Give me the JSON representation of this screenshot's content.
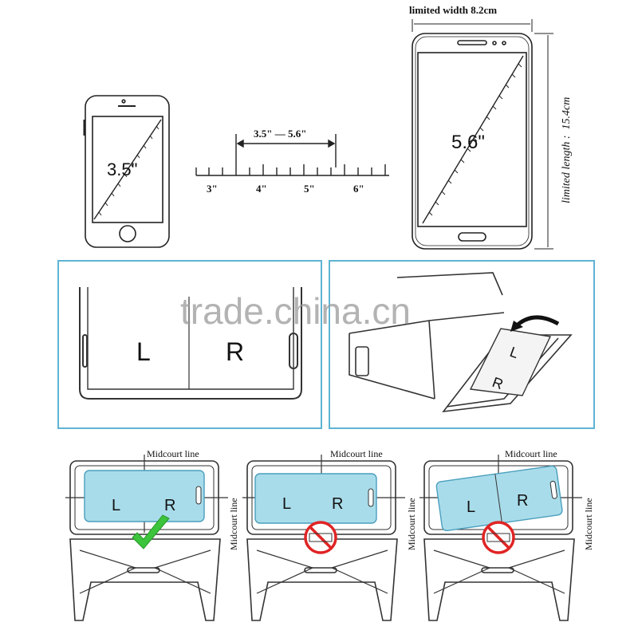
{
  "top": {
    "small_phone": {
      "size_label": "3.5\""
    },
    "big_phone": {
      "size_label": "5.6\"",
      "width_label": "limited width 8.2cm",
      "length_label": "limited length :  15.4cm"
    },
    "ruler": {
      "range_label": "3.5\" — 5.6\"",
      "ticks": [
        "3\"",
        "4\"",
        "5\"",
        "6\""
      ]
    }
  },
  "middle": {
    "left_panel": {
      "left_eye": "L",
      "right_eye": "R"
    },
    "right_panel": {
      "left_eye": "L",
      "right_eye": "R"
    },
    "watermark": "trade.china.cn"
  },
  "bottom": {
    "panels": [
      {
        "midcourt_top": "Midcourt line",
        "midcourt_side": "Midcourt line",
        "left_eye": "L",
        "right_eye": "R",
        "status": "correct"
      },
      {
        "midcourt_top": "Midcourt line",
        "midcourt_side": "Midcourt line",
        "left_eye": "L",
        "right_eye": "R",
        "status": "wrong"
      },
      {
        "midcourt_top": "Midcourt line",
        "midcourt_side": "Midcourt line",
        "left_eye": "L",
        "right_eye": "R",
        "status": "wrong"
      }
    ]
  },
  "colors": {
    "panel_border": "#5fb3d3",
    "screen_fill": "#a9dcea",
    "check": "#3cc43c",
    "forbid": "#e02424"
  }
}
